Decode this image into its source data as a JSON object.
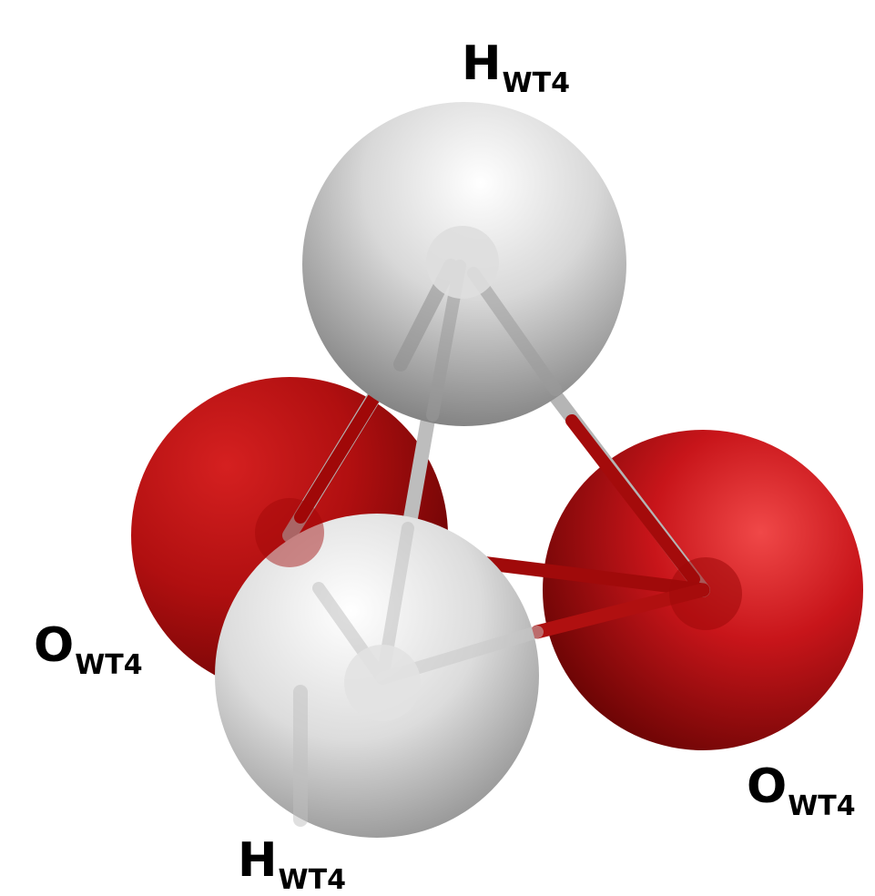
{
  "molecule": {
    "atoms": [
      {
        "id": "h-top",
        "element": "H",
        "label_main": "H",
        "label_sub": "WT4",
        "color": "#d9d9d9"
      },
      {
        "id": "o-left",
        "element": "O",
        "label_main": "O",
        "label_sub": "WT4",
        "color": "#b40f0f"
      },
      {
        "id": "o-right",
        "element": "O",
        "label_main": "O",
        "label_sub": "WT4",
        "color": "#c8151a"
      },
      {
        "id": "h-bottom",
        "element": "H",
        "label_main": "H",
        "label_sub": "WT4",
        "color": "#dcdcdc"
      }
    ],
    "bonds": [
      [
        "h-top",
        "o-left"
      ],
      [
        "h-top",
        "o-right"
      ],
      [
        "h-top",
        "h-bottom"
      ],
      [
        "o-left",
        "h-bottom"
      ],
      [
        "o-right",
        "h-bottom"
      ],
      [
        "o-left",
        "o-right"
      ]
    ]
  },
  "colors": {
    "oxygen": "#c8151a",
    "hydrogen": "#dadada",
    "label": "#000000",
    "background": "#ffffff"
  }
}
